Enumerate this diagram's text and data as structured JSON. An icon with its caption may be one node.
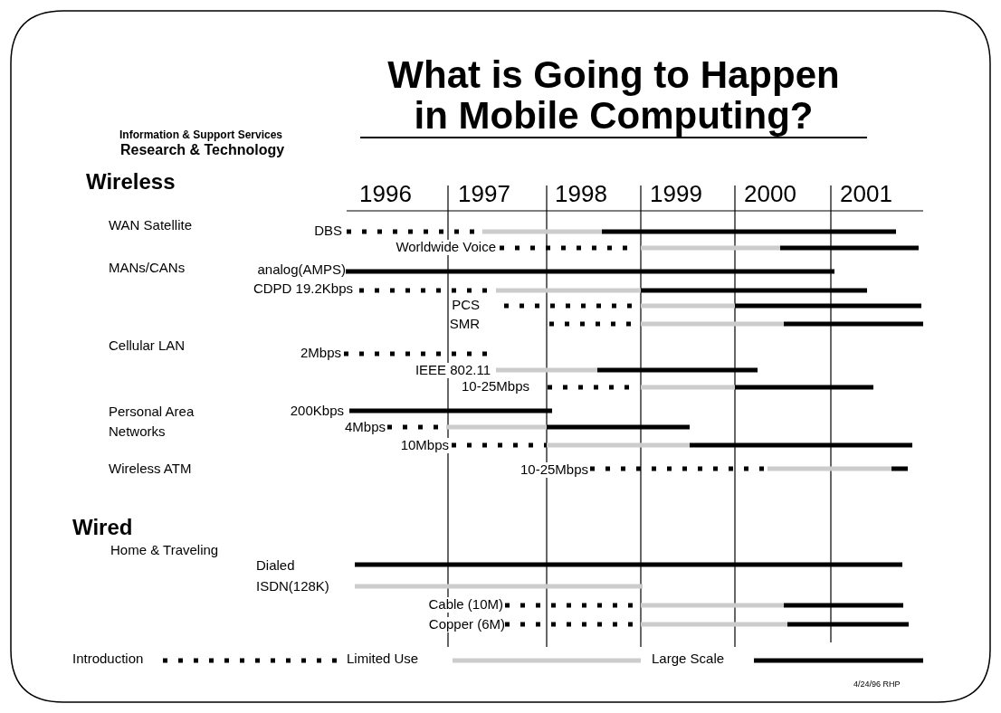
{
  "diagram": {
    "title": "What is Going to Happen in Mobile Computing?",
    "labels": [
      "Information & Support Services",
      "Research & Technology",
      "1996",
      "1997",
      "1998",
      "1999",
      "2000",
      "2001",
      "Wireless",
      "WAN Satellite",
      "DBS",
      "Worldwide Voice",
      "MANs/CANs",
      "analog(AMPS)",
      "CDPD 19.2Kbps",
      "PCS",
      "SMR",
      "Cellular LAN",
      "2Mbps",
      "IEEE 802.11",
      "10-25Mbps",
      "Personal Area Networks",
      "200Kbps",
      "4Mbps",
      "10Mbps",
      "Wireless ATM",
      "10-25Mbps",
      "Wired",
      "Home & Traveling",
      "Dialed",
      "ISDN(128K)",
      "Cable (10M)",
      "Copper (6M)",
      "4/24/96 RHP"
    ],
    "legend": [
      {
        "text": "Introduction"
      },
      {
        "text": "Limited Use"
      },
      {
        "text": "Large Scale"
      }
    ]
  }
}
